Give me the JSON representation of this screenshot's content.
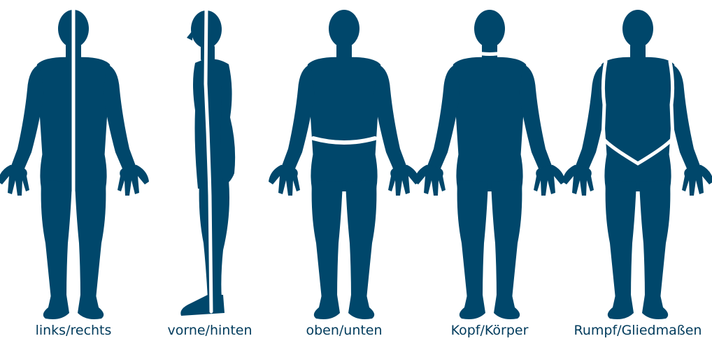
{
  "figure": {
    "body_color": "#00476b",
    "divider_color": "#ffffff",
    "label_color": "#003b5c",
    "panels": [
      {
        "label": "links/rechts",
        "view": "front",
        "division": "left-right"
      },
      {
        "label": "vorne/hinten",
        "view": "side",
        "division": "front-back"
      },
      {
        "label": "oben/unten",
        "view": "front",
        "division": "upper-lower"
      },
      {
        "label": "Kopf/Körper",
        "view": "back",
        "division": "head-body"
      },
      {
        "label": "Rumpf/Gliedmaßen",
        "view": "front",
        "division": "trunk-limbs"
      }
    ]
  }
}
